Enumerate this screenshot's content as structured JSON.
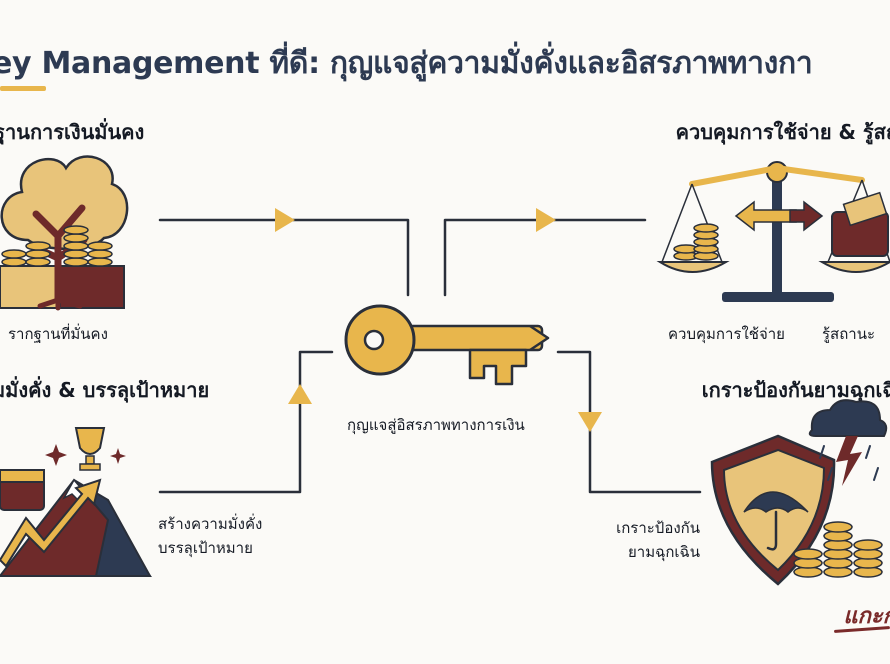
{
  "title": "ey Management ที่ดี: กุญแจสู่ความมั่งคั่งและอิสรภาพทางกา",
  "sections": {
    "foundation": {
      "title": "ฐานการเงินมั่นคง",
      "caption": "รากฐานที่มั่นคง"
    },
    "control": {
      "title": "ควบคุมการใช้จ่าย & รู้สถ",
      "caption_left": "ควบคุมการใช้จ่าย",
      "caption_right": "รู้สถานะ"
    },
    "key": {
      "caption": "กุญแจสู่อิสรภาพทางการเงิน"
    },
    "wealth": {
      "title": "มมั่งคั่ง & บรรลุเป้าหมาย",
      "caption_line1": "สร้างความมั่งคั่ง",
      "caption_line2": "บรรลุเป้าหมาย"
    },
    "emergency": {
      "title": "เกราะป้องกันยามฉุกเฉิ",
      "caption_line1": "เกราะป้องกัน",
      "caption_line2": "ยามฉุกเฉิน"
    }
  },
  "signature": "แกะก",
  "colors": {
    "gold": "#e8b64c",
    "maroon": "#6e2a2a",
    "navy": "#2d3a52",
    "line": "#2a2f3a"
  },
  "icons": [
    "tree-coins-icon",
    "balance-scale-icon",
    "key-icon",
    "trophy-mountain-icon",
    "shield-umbrella-icon"
  ]
}
